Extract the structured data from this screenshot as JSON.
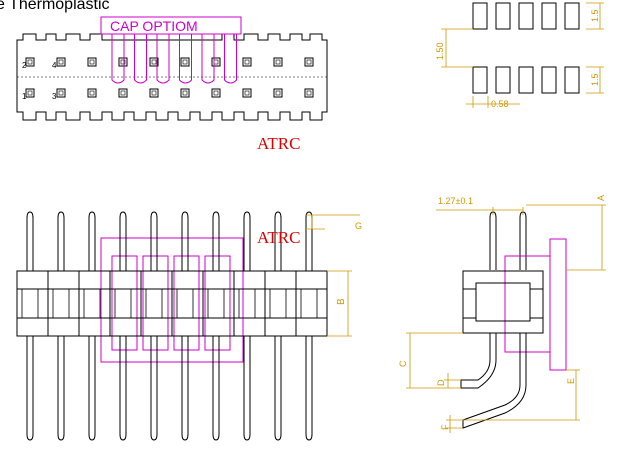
{
  "header": {
    "text": "e Thermoplastic"
  },
  "top_left": {
    "cap_label": "CAP  OPTIOM",
    "pin_labels": [
      "2",
      "4",
      "1",
      "3"
    ],
    "brand": "ATRC"
  },
  "top_right": {
    "dim_pad_height_top": "1.5",
    "dim_pad_height_bottom": "1.5",
    "dim_row_gap": "1.50",
    "dim_pad_width": "0.58"
  },
  "bottom_left": {
    "brand": "ATRC",
    "dim_g": "G",
    "dim_b": "B"
  },
  "bottom_right": {
    "dim_pitch": "1.27±0.1",
    "dim_a": "A",
    "dim_c": "C",
    "dim_d": "D",
    "dim_e": "E",
    "dim_f": "F"
  },
  "colors": {
    "outline": "#000000",
    "accent": "#cc00cc",
    "dim": "#cc9900",
    "brand": "#dd0000"
  }
}
